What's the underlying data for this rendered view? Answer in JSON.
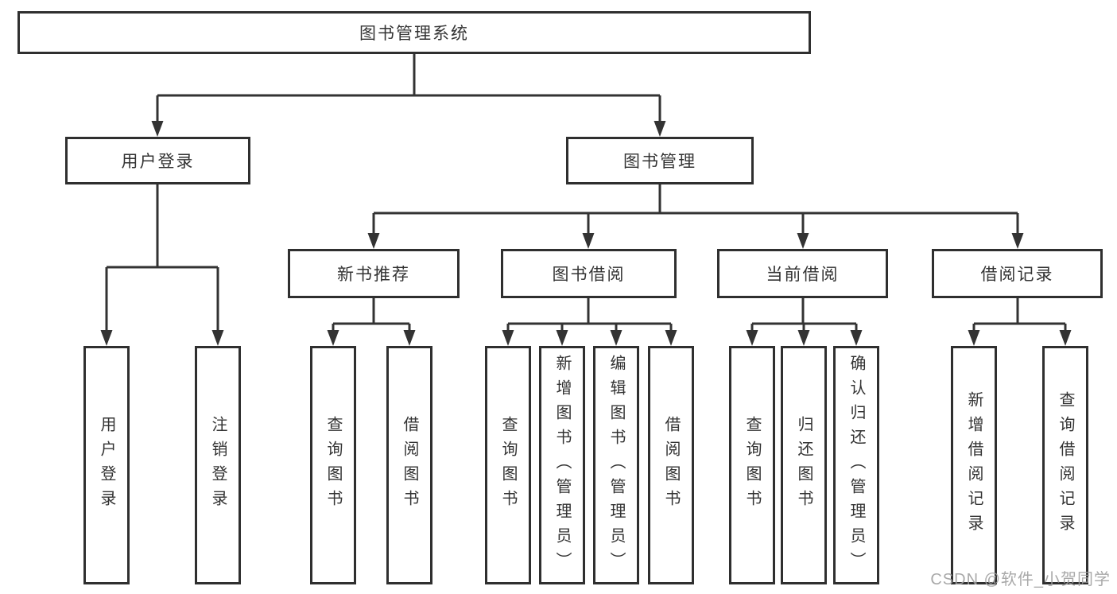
{
  "diagram": {
    "title": "图书管理系统",
    "type": "function-structure-tree"
  },
  "colors": {
    "line": "#333333",
    "box_border": "#2f2f2f",
    "box_fill": "#ffffff",
    "text": "#333333",
    "watermark": "#a0a0a0"
  },
  "nodes": {
    "root": {
      "label": "图书管理系统",
      "children": [
        "login",
        "mgmt"
      ]
    },
    "login": {
      "label": "用户登录",
      "children": [
        "user_login",
        "logout"
      ]
    },
    "mgmt": {
      "label": "图书管理",
      "children": [
        "newbook",
        "borrow",
        "current",
        "records"
      ]
    },
    "newbook": {
      "label": "新书推荐",
      "children": [
        "nb_query",
        "nb_borrow"
      ]
    },
    "borrow": {
      "label": "图书借阅",
      "children": [
        "bb_query",
        "bb_add",
        "bb_edit",
        "bb_borrow"
      ]
    },
    "current": {
      "label": "当前借阅",
      "children": [
        "cb_query",
        "cb_return",
        "cb_confirm"
      ]
    },
    "records": {
      "label": "借阅记录",
      "children": [
        "rec_add",
        "rec_query"
      ]
    },
    "user_login": {
      "label": "用户登录",
      "children": []
    },
    "logout": {
      "label": "注销登录",
      "children": []
    },
    "nb_query": {
      "label": "查询图书",
      "children": []
    },
    "nb_borrow": {
      "label": "借阅图书",
      "children": []
    },
    "bb_query": {
      "label": "查询图书",
      "children": []
    },
    "bb_add": {
      "label": "新增图书（管理员）",
      "children": []
    },
    "bb_edit": {
      "label": "编辑图书（管理员）",
      "children": []
    },
    "bb_borrow": {
      "label": "借阅图书",
      "children": []
    },
    "cb_query": {
      "label": "查询图书",
      "children": []
    },
    "cb_return": {
      "label": "归还图书",
      "children": []
    },
    "cb_confirm": {
      "label": "确认归还（管理员）",
      "children": []
    },
    "rec_add": {
      "label": "新增借阅记录",
      "children": []
    },
    "rec_query": {
      "label": "查询借阅记录",
      "children": []
    }
  },
  "watermark": {
    "text": "CSDN @软件_小贺同学"
  }
}
